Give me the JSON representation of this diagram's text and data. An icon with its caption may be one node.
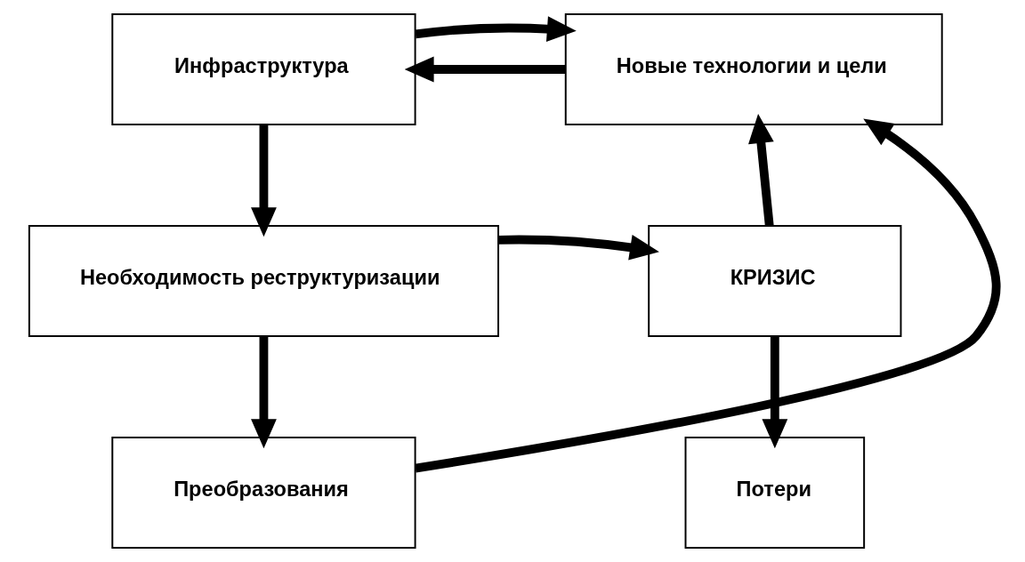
{
  "diagram": {
    "nodes": [
      {
        "text": [
          "Инфраструктура"
        ]
      },
      {
        "text": [
          "Новые технологии и цели"
        ]
      },
      {
        "text": [
          "Необходимость реструктуризации"
        ]
      },
      {
        "text": [
          "КРИЗИС"
        ]
      },
      {
        "text": [
          "Потери"
        ]
      },
      {
        "text": [
          "Преобразования"
        ]
      }
    ],
    "edges": [
      {
        "from": 1,
        "to": 0,
        "arrow": "to"
      },
      {
        "from": 0,
        "to": 1,
        "arrow": "to"
      },
      {
        "from": 0,
        "to": 2,
        "arrow": "to"
      },
      {
        "from": 2,
        "to": 3,
        "arrow": "to"
      },
      {
        "from": 3,
        "to": 1,
        "arrow": "to"
      },
      {
        "from": 3,
        "to": 4,
        "arrow": "to"
      },
      {
        "from": 2,
        "to": 5,
        "arrow": "to"
      },
      {
        "from": 5,
        "to": 1,
        "arrow": "to"
      }
    ]
  }
}
